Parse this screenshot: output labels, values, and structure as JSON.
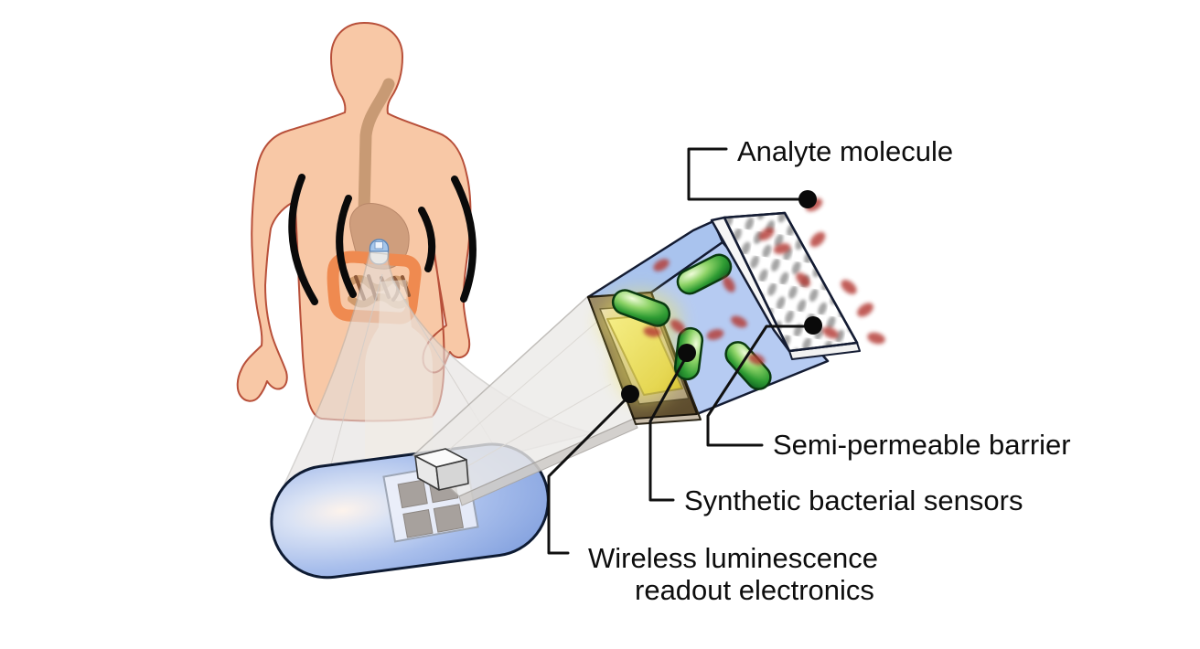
{
  "figure": {
    "labels": {
      "analyte": "Analyte molecule",
      "barrier": "Semi-permeable barrier",
      "sensors": "Synthetic bacterial sensors",
      "electronics_line1": "Wireless luminescence",
      "electronics_line2": "readout electronics"
    },
    "counts": {
      "bacterial_sensors": 4,
      "sensor_wells": 4,
      "signal_arcs": 4,
      "free_analyte_molecules": 5
    },
    "colors": {
      "background": "#ffffff",
      "skin": "#f8c8a6",
      "skin_outline": "#b8503a",
      "organ_tan": "#cf9e7d",
      "intestine_orange": "#ef8a50",
      "capsule_blue": "#7e9ddd",
      "chamber_front": "#b6cbf2",
      "chamber_top": "#a9c3ee",
      "electronics_brown": "#7a6847",
      "photodiode_yellow": "#e8d84a",
      "bacteria_green": "#2f9c33",
      "analyte_red": "#b43a34",
      "membrane_white": "#ffffff",
      "line_black": "#101010"
    }
  }
}
